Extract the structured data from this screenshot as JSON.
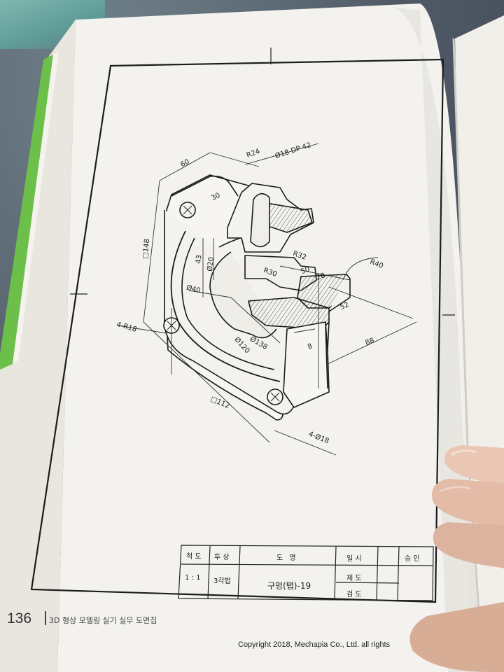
{
  "dimensions": {
    "d60": "60",
    "r24": "R24",
    "hole_top": "Ø18 DP 42",
    "d30": "30",
    "sq148": "□148",
    "d43": "43",
    "dia20": "Ø20",
    "r32": "R32",
    "r30": "R30",
    "r40": "R40",
    "d50": "50",
    "d28": "28",
    "dia40": "Ø40",
    "d52": "52",
    "r18": "4-R18",
    "dia138": "Ø138",
    "dia120": "Ø120",
    "d8": "8",
    "d88": "88",
    "sq112": "□112",
    "holes": "4-Ø18"
  },
  "title_block": {
    "scale_header": "척 도",
    "projection_header": "투 상",
    "drawing_name_header": "도 명",
    "date_header": "일 시",
    "approval_header": "승 인",
    "scale_value": "1 : 1",
    "projection_value": "3각법",
    "drawing_name": "구멍(탭)-19",
    "drafted_label": "제 도",
    "checked_label": "검 도"
  },
  "footer": {
    "page_number": "136",
    "book_title": "3D 형상 모델링 실기 실무 도면집",
    "copyright": "Copyright 2018, Mechapia Co., Ltd. all rights"
  }
}
